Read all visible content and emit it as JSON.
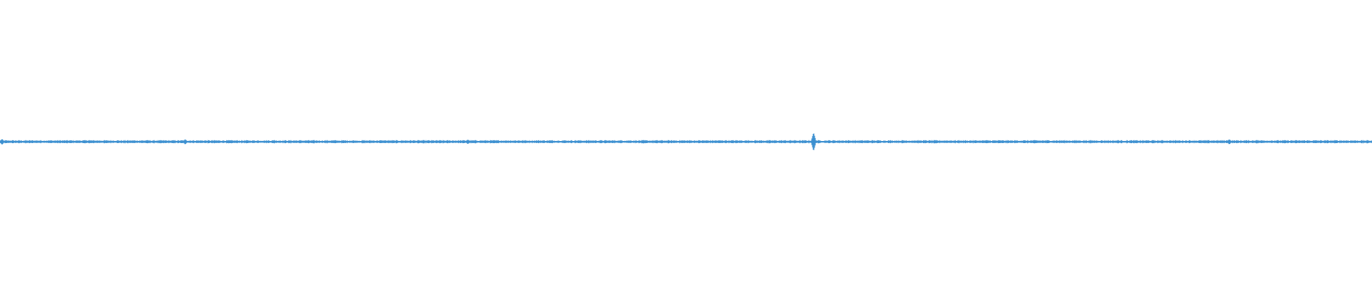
{
  "waveform": {
    "color": "#3b8fd0",
    "background": "#ffffff",
    "baseline_amplitude": 0.008,
    "transients": [
      {
        "position": 0.0015,
        "amplitude": 0.02
      },
      {
        "position": 0.065,
        "amplitude": 0.012
      },
      {
        "position": 0.107,
        "amplitude": 0.011
      },
      {
        "position": 0.135,
        "amplitude": 0.018
      },
      {
        "position": 0.2,
        "amplitude": 0.012
      },
      {
        "position": 0.28,
        "amplitude": 0.01
      },
      {
        "position": 0.341,
        "amplitude": 0.016
      },
      {
        "position": 0.47,
        "amplitude": 0.01
      },
      {
        "position": 0.529,
        "amplitude": 0.011
      },
      {
        "position": 0.593,
        "amplitude": 0.065
      },
      {
        "position": 0.718,
        "amplitude": 0.01
      },
      {
        "position": 0.815,
        "amplitude": 0.012
      },
      {
        "position": 0.896,
        "amplitude": 0.018
      },
      {
        "position": 0.916,
        "amplitude": 0.013
      }
    ]
  }
}
